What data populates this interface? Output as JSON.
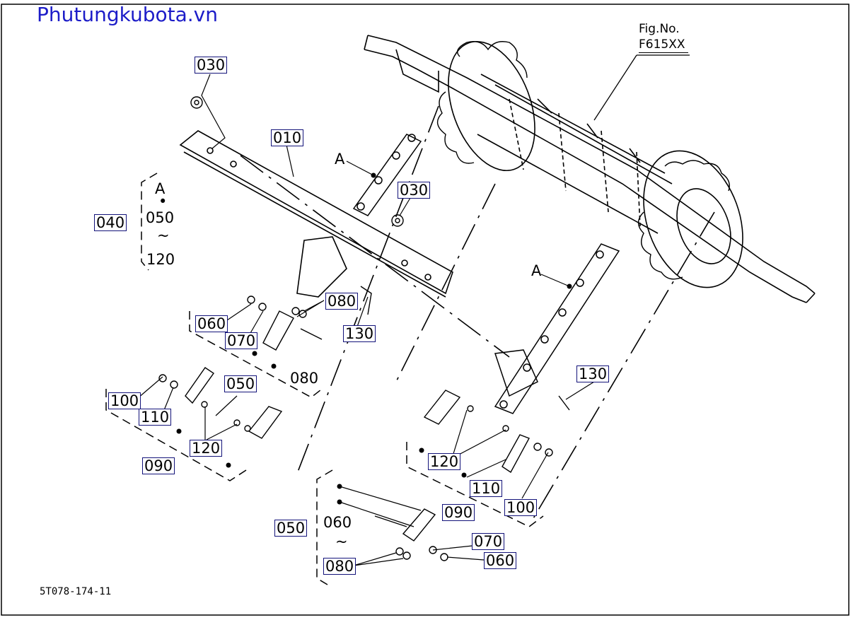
{
  "watermark": "Phutungkubota.vn",
  "figure": {
    "line1": "Fig.No.",
    "line2": "F615XX"
  },
  "drawing_number": "5T078-174-11",
  "callouts": {
    "c030a": "030",
    "c010": "010",
    "c030b": "030",
    "c040": "040",
    "c080a": "080",
    "c060a": "060",
    "c070a": "070",
    "c130a": "130",
    "c080b": "080",
    "c050a": "050",
    "c100a": "100",
    "c110a": "110",
    "c120a": "120",
    "c090a": "090",
    "c130b": "130",
    "c120b": "120",
    "c110b": "110",
    "c090b": "090",
    "c100b": "100",
    "c050b": "050",
    "c060b": "060",
    "c080c": "080",
    "c070b": "070",
    "c060c": "060"
  },
  "range_labels": {
    "left_a": "A",
    "left_050": "050",
    "left_tilde": "~",
    "left_120": "120",
    "bottom_060": "060",
    "bottom_tilde": "~"
  },
  "chain_labels": {
    "a1": "A",
    "a2": "A"
  }
}
